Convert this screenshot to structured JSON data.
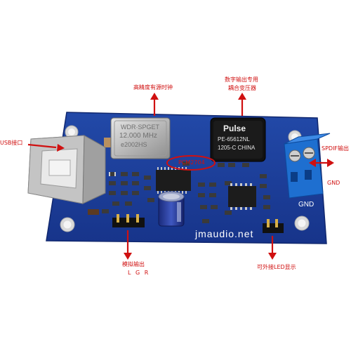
{
  "labels": {
    "usb": "USB接口",
    "clock": "高精度有源时钟",
    "spdif_transformer_line1": "数字输出专用",
    "spdif_transformer_line2": "耦合变压器",
    "pcm": "PCM2704",
    "spdif_out": "SPDIF输出",
    "gnd": "GND",
    "analog_out_line1": "模拟输出",
    "analog_out_line2": "L G R",
    "led": "可外接LED显示"
  },
  "board_text": {
    "brand": "jmaudio.net",
    "gnd": "GND"
  },
  "oscillator": {
    "line1": "WDR·SPGET",
    "line2": "12.000 MHz",
    "line3": "e2002HS"
  },
  "transformer": {
    "brand": "Pulse",
    "model": "PE-65612NL",
    "origin": "1205-C CHINA"
  },
  "colors": {
    "pcb": "#1c3f9a",
    "annotation": "#d01010",
    "terminal": "#1e6fd0"
  }
}
